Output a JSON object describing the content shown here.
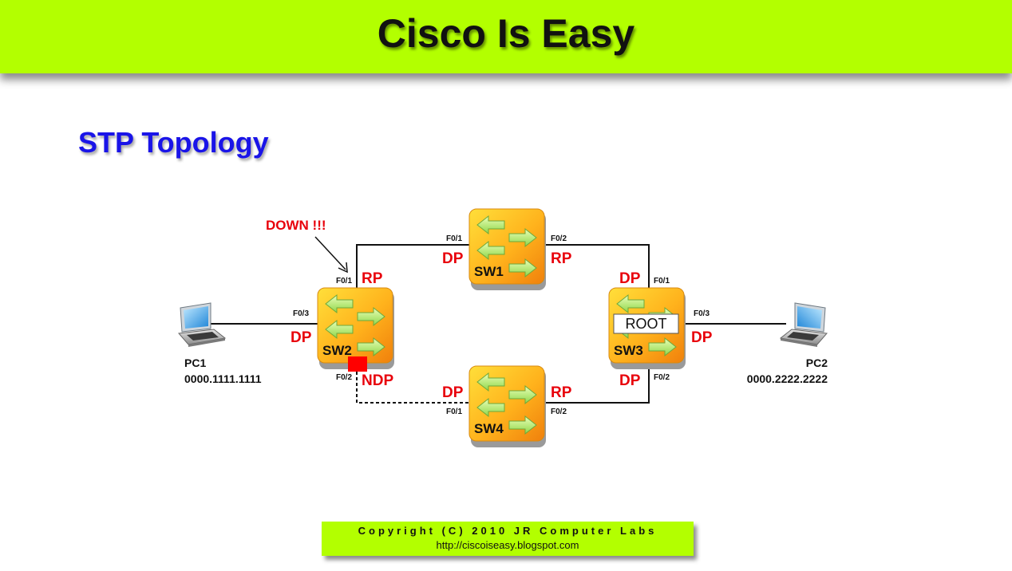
{
  "header": {
    "title": "Cisco Is Easy"
  },
  "page": {
    "title": "STP Topology"
  },
  "annotations": {
    "down": "DOWN !!!",
    "root": "ROOT"
  },
  "switches": {
    "sw1": {
      "name": "SW1"
    },
    "sw2": {
      "name": "SW2"
    },
    "sw3": {
      "name": "SW3"
    },
    "sw4": {
      "name": "SW4"
    }
  },
  "pcs": {
    "pc1": {
      "name": "PC1",
      "mac": "0000.1111.1111"
    },
    "pc2": {
      "name": "PC2",
      "mac": "0000.2222.2222"
    }
  },
  "ports": {
    "sw2_f01": "F0/1",
    "sw2_f03": "F0/3",
    "sw2_f02": "F0/2",
    "sw1_f01": "F0/1",
    "sw1_f02": "F0/2",
    "sw3_f01": "F0/1",
    "sw3_f03": "F0/3",
    "sw3_f02": "F0/2",
    "sw4_f01": "F0/1",
    "sw4_f02": "F0/2"
  },
  "roles": {
    "sw2_f01": "RP",
    "sw2_f03": "DP",
    "sw2_f02": "NDP",
    "sw1_f01": "DP",
    "sw1_f02": "RP",
    "sw3_f01": "DP",
    "sw3_f03": "DP",
    "sw3_f02": "DP",
    "sw4_f01": "DP",
    "sw4_f02": "RP"
  },
  "footer": {
    "copyright": "Copyright (C) 2010 JR Computer Labs",
    "url": "http://ciscoiseasy.blogspot.com"
  },
  "colors": {
    "banner": "#b3ff00",
    "title": "#1a14e8",
    "port_role": "#e8000b",
    "blocked_port": "#ff0000"
  }
}
